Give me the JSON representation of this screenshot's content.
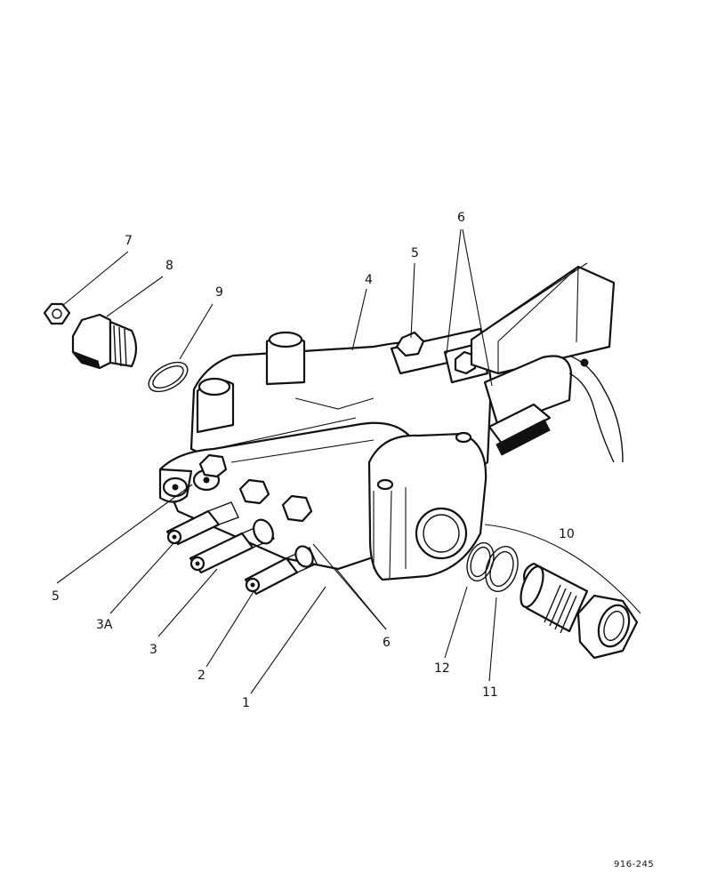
{
  "figure": {
    "number": "916-245",
    "callouts": {
      "c7": "7",
      "c8": "8",
      "c9": "9",
      "c4": "4",
      "c5_top": "5",
      "c6_top": "6",
      "c10": "10",
      "c5_bottom": "5",
      "c3a": "3A",
      "c3": "3",
      "c2": "2",
      "c1": "1",
      "c6_bottom": "6",
      "c12": "12",
      "c11": "11"
    }
  }
}
